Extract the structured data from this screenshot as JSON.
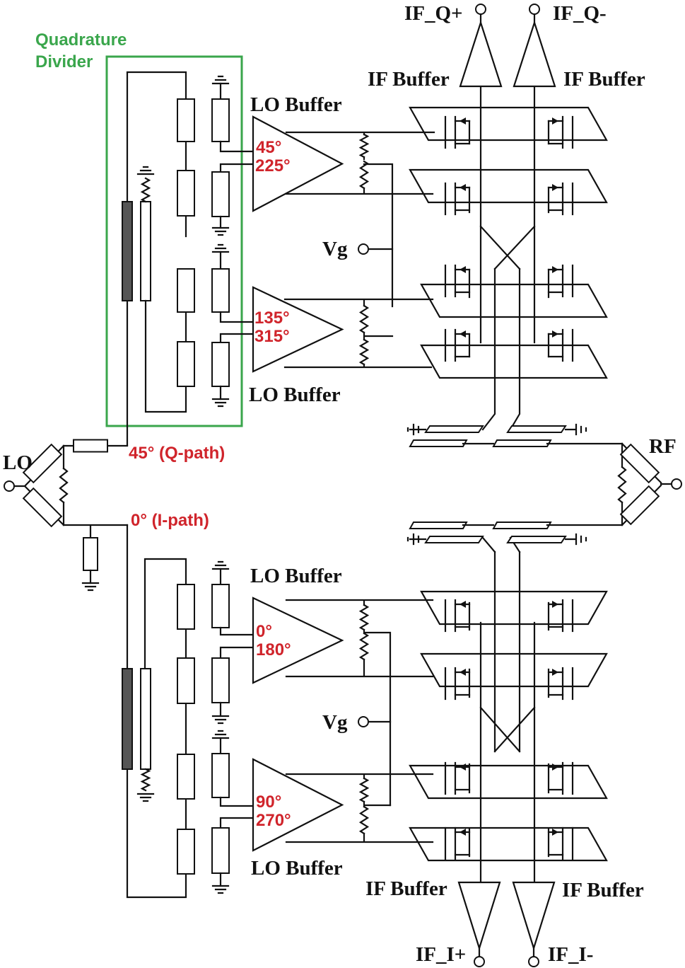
{
  "colors": {
    "wire": "#111111",
    "phase_label": "#d0242b",
    "divider_box": "#3aa64c",
    "transmission_line": "#555555"
  },
  "quadrature_divider": {
    "line1": "Quadrature",
    "line2": "Divider"
  },
  "ports": {
    "lo": "LO",
    "rf": "RF",
    "if_q_plus": "IF_Q+",
    "if_q_minus": "IF_Q-",
    "if_i_plus": "IF_I+",
    "if_i_minus": "IF_I-",
    "vg": "Vg"
  },
  "labels": {
    "lo_buffer": "LO Buffer",
    "if_buffer": "IF Buffer"
  },
  "paths": {
    "q": "45° (Q-path)",
    "i": "0° (I-path)"
  },
  "phases": {
    "a1": "45°",
    "a2": "225°",
    "b1": "135°",
    "b2": "315°",
    "c1": "0°",
    "c2": "180°",
    "d1": "90°",
    "d2": "270°"
  },
  "icons": [
    "ground-icon",
    "resistor-icon",
    "transistor-icon",
    "buffer-triangle-icon",
    "port-terminal-icon"
  ]
}
